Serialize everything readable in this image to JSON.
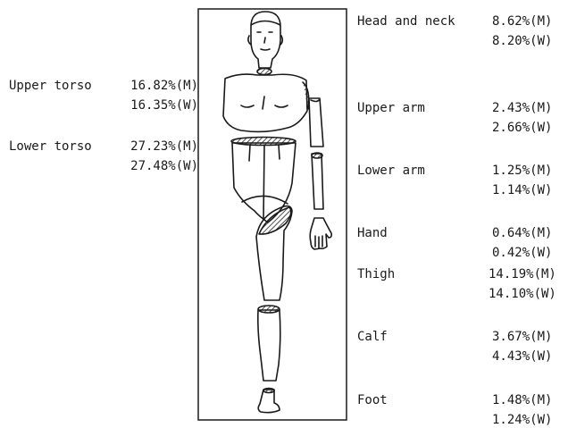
{
  "left_labels": [
    {
      "name": "Upper torso",
      "male": "16.82%(M)",
      "female": "16.35%(W)"
    },
    {
      "name": "Lower torso",
      "male": "27.23%(M)",
      "female": "27.48%(W)"
    }
  ],
  "right_labels": [
    {
      "name": "Head and neck",
      "male": "8.62%(M)",
      "female": "8.20%(W)"
    },
    {
      "name": "Upper arm",
      "male": "2.43%(M)",
      "female": "2.66%(W)"
    },
    {
      "name": "Lower arm",
      "male": "1.25%(M)",
      "female": "1.14%(W)"
    },
    {
      "name": "Hand",
      "male": "0.64%(M)",
      "female": "0.42%(W)"
    },
    {
      "name": "Thigh",
      "male": "14.19%(M)",
      "female": "14.10%(W)"
    },
    {
      "name": "Calf",
      "male": "3.67%(M)",
      "female": "4.43%(W)"
    },
    {
      "name": "Foot",
      "male": "1.48%(M)",
      "female": "1.24%(W)"
    }
  ]
}
